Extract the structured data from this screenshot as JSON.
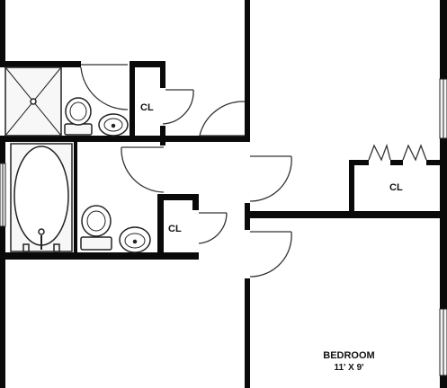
{
  "plan": {
    "closet_label": "CL",
    "bedroom": {
      "name": "BEDROOM",
      "size": "11' X 9'"
    },
    "colors": {
      "wall": "#0a0a0a",
      "fixture_stroke": "#222222",
      "door_stroke": "#333333",
      "background": "#ffffff",
      "window_fill": "#f4f4f4",
      "fixture_fill": "#f7f7f7"
    }
  }
}
